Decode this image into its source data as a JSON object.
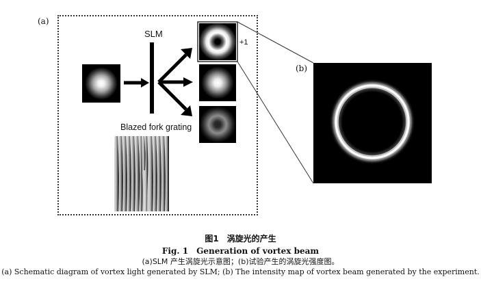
{
  "figure": {
    "panel_a_label": "(a)",
    "panel_b_label": "(b)",
    "slm_label": "SLM",
    "order_label": "+1",
    "grating_label": "Blazed fork grating"
  },
  "caption": {
    "cn_title": "图1　涡旋光的产生",
    "en_title": "Fig. 1　Generation of vortex beam",
    "cn_desc": "(a)SLM 产生涡旋光示意图；(b)试验产生的涡旋光强度图。",
    "en_desc": "(a) Schematic diagram of vortex light generated by SLM; (b) The intensity map of vortex beam generated by the experiment."
  }
}
